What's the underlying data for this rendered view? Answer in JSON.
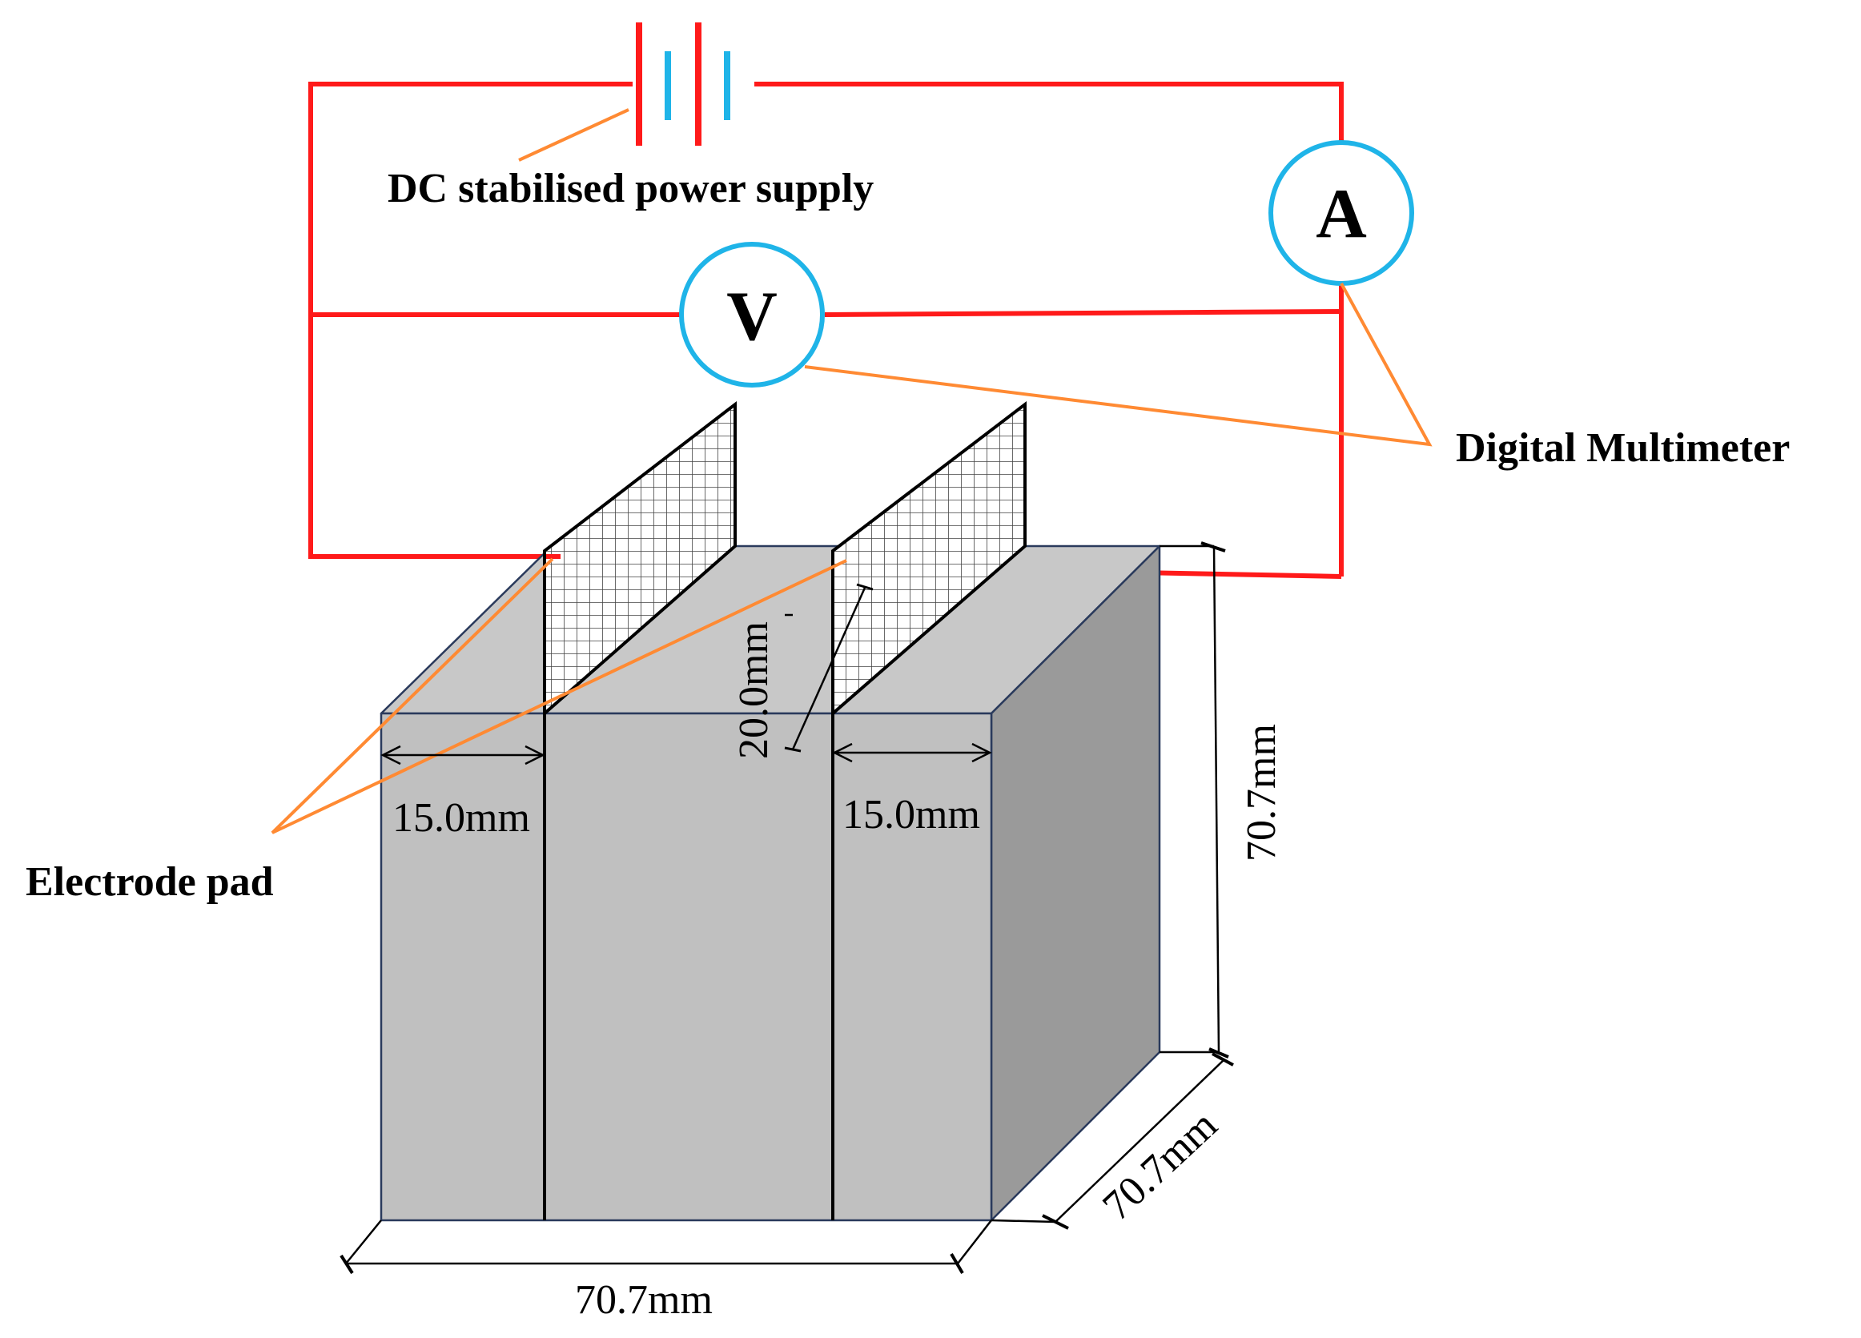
{
  "labels": {
    "power_supply": "DC stabilised power supply",
    "multimeter": "Digital Multimeter",
    "electrode_pad": "Electrode pad"
  },
  "meters": {
    "voltmeter": "V",
    "ammeter": "A"
  },
  "dimensions": {
    "left_gap": "15.0mm",
    "right_gap": "15.0mm",
    "electrode_depth": "20.0mm",
    "height": "70.7mm",
    "depth": "70.7mm",
    "width": "70.7mm"
  },
  "colors": {
    "wire": "#ff1a1a",
    "meter_ring": "#1fb4e8",
    "battery_plate": "#1fb4e8",
    "leader": "#ff8a33",
    "cube_front": "#c0c0c0",
    "cube_top": "#c8c8c8",
    "cube_side": "#9a9a9a",
    "cube_edge": "#2a3a5c"
  }
}
